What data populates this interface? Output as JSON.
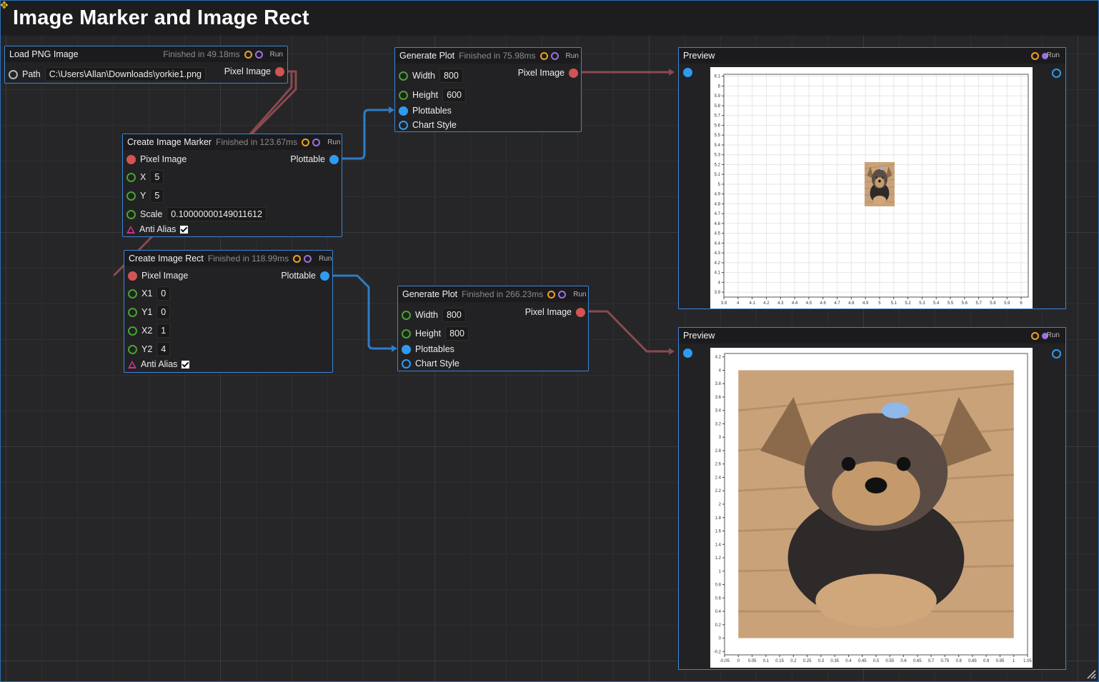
{
  "title": "Image Marker and Image Rect",
  "nodes": {
    "load_png": {
      "title": "Load PNG Image",
      "status": "Finished in 49.18ms",
      "run": "Run",
      "path_label": "Path",
      "path_value": "C:\\Users\\Allan\\Downloads\\yorkie1.png",
      "output": "Pixel Image"
    },
    "gen_plot_1": {
      "title": "Generate Plot",
      "status": "Finished in 75.98ms",
      "run": "Run",
      "width_label": "Width",
      "width_value": "800",
      "height_label": "Height",
      "height_value": "600",
      "plottables": "Plottables",
      "chart_style": "Chart Style",
      "output": "Pixel Image"
    },
    "image_marker": {
      "title": "Create Image Marker",
      "status": "Finished in 123.67ms",
      "run": "Run",
      "input": "Pixel Image",
      "output": "Plottable",
      "x_label": "X",
      "x_value": "5",
      "y_label": "Y",
      "y_value": "5",
      "scale_label": "Scale",
      "scale_value": "0.10000000149011612",
      "anti_alias": "Anti Alias",
      "anti_alias_checked": true
    },
    "image_rect": {
      "title": "Create Image Rect",
      "status": "Finished in 118.99ms",
      "run": "Run",
      "input": "Pixel Image",
      "output": "Plottable",
      "x1_label": "X1",
      "x1_value": "0",
      "y1_label": "Y1",
      "y1_value": "0",
      "x2_label": "X2",
      "x2_value": "1",
      "y2_label": "Y2",
      "y2_value": "4",
      "anti_alias": "Anti Alias",
      "anti_alias_checked": true
    },
    "gen_plot_2": {
      "title": "Generate Plot",
      "status": "Finished in 266.23ms",
      "run": "Run",
      "width_label": "Width",
      "width_value": "800",
      "height_label": "Height",
      "height_value": "800",
      "plottables": "Plottables",
      "chart_style": "Chart Style",
      "output": "Pixel Image"
    },
    "preview_1": {
      "title": "Preview",
      "run": "Run"
    },
    "preview_2": {
      "title": "Preview",
      "run": "Run"
    }
  },
  "colors": {
    "accent_border": "#3a86d8",
    "pin_green": "#47a32e",
    "pin_red": "#d35454",
    "pin_blue": "#2f9bf0",
    "wire_red": "#8a4a4e",
    "wire_blue": "#2f7cc8",
    "orange_ring": "#f0a020",
    "purple_ring": "#9a70e0"
  },
  "icons": [
    "move-icon",
    "resize-grip-icon"
  ],
  "chart_data": [
    {
      "type": "scatter",
      "description_of_marks": "single image marker",
      "x_ticks": [
        "3.9",
        "4",
        "4.1",
        "4.2",
        "4.3",
        "4.4",
        "4.5",
        "4.6",
        "4.7",
        "4.8",
        "4.9",
        "5",
        "5.1",
        "5.2",
        "5.3",
        "5.4",
        "5.5",
        "5.6",
        "5.7",
        "5.8",
        "5.9",
        "6"
      ],
      "y_ticks": [
        "6.1",
        "6",
        "5.9",
        "5.8",
        "5.7",
        "5.6",
        "5.5",
        "5.4",
        "5.3",
        "5.2",
        "5.1",
        "5",
        "4.9",
        "4.8",
        "4.7",
        "4.6",
        "4.5",
        "4.4",
        "4.3",
        "4.2",
        "4.1",
        "4",
        "3.9"
      ],
      "xlim": [
        3.9,
        6.05
      ],
      "ylim": [
        3.85,
        6.12
      ],
      "marker": {
        "x": 5,
        "y": 5,
        "scale": 0.1
      },
      "grid": true
    },
    {
      "type": "image-rect",
      "x_ticks": [
        "-0.05",
        "0",
        "0.05",
        "0.1",
        "0.15",
        "0.2",
        "0.25",
        "0.3",
        "0.35",
        "0.4",
        "0.45",
        "0.5",
        "0.55",
        "0.6",
        "0.65",
        "0.7",
        "0.75",
        "0.8",
        "0.85",
        "0.9",
        "0.95",
        "1",
        "1.05"
      ],
      "y_ticks": [
        "4.2",
        "4",
        "3.8",
        "3.6",
        "3.4",
        "3.2",
        "3",
        "2.8",
        "2.6",
        "2.4",
        "2.2",
        "2",
        "1.8",
        "1.6",
        "1.4",
        "1.2",
        "1",
        "0.8",
        "0.6",
        "0.4",
        "0.2",
        "0",
        "-0.2"
      ],
      "xlim": [
        -0.05,
        1.05
      ],
      "ylim": [
        -0.25,
        4.25
      ],
      "rect": {
        "x1": 0,
        "y1": 0,
        "x2": 1,
        "y2": 4
      },
      "grid": false
    }
  ]
}
